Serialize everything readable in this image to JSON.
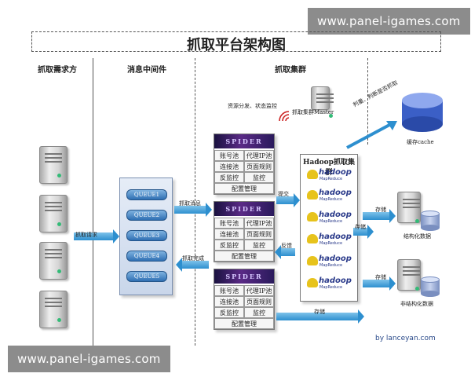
{
  "watermark": "www.panel-igames.com",
  "title": "抓取平台架构图",
  "sections": {
    "requester": "抓取需求方",
    "middleware": "消息中间件",
    "cluster": "抓取集群"
  },
  "queues": [
    "QUEUE1",
    "QUEUE2",
    "QUEUE3",
    "QUEUE4",
    "QUEUE5"
  ],
  "master": {
    "label": "抓取集群Master",
    "note": "资源分发、状态监控"
  },
  "spider": {
    "head": "SPIDER",
    "cells": [
      "账号池",
      "代理IP池",
      "连接池",
      "页面规则",
      "反监控",
      "监控",
      "配置管理"
    ]
  },
  "hadoop": {
    "title": "Hadoop抓取集群",
    "logo": "hadoop",
    "logo_sub": "MapReduce"
  },
  "arrows": {
    "submit_task": "抓取请求",
    "fetch_message": "抓取消息",
    "return_result": "抓取完成",
    "submit": "提交",
    "feedback": "反馈",
    "store1": "存储",
    "store2": "存储",
    "store3": "存储",
    "store4": "存储",
    "dedupe": "判重、判断是否抓取"
  },
  "outputs": {
    "cache": "缓存cache",
    "structured": "结构化数据",
    "unstructured": "非结构化数据"
  },
  "credit": "by lanceyan.com"
}
